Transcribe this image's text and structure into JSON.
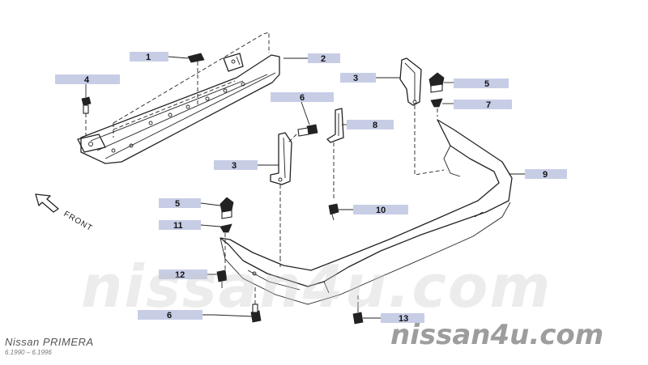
{
  "diagram": {
    "callouts": [
      "1",
      "2",
      "3",
      "4",
      "5",
      "6",
      "7",
      "8",
      "9",
      "10",
      "11",
      "12",
      "13"
    ],
    "front_label": "FRONT",
    "footer_model": "Nissan PRIMERA",
    "footer_dates": "6.1990 – 6.1996",
    "watermark": "nissan4u.com",
    "label_box_color": "#c8cde6",
    "line_color": "#222222"
  }
}
